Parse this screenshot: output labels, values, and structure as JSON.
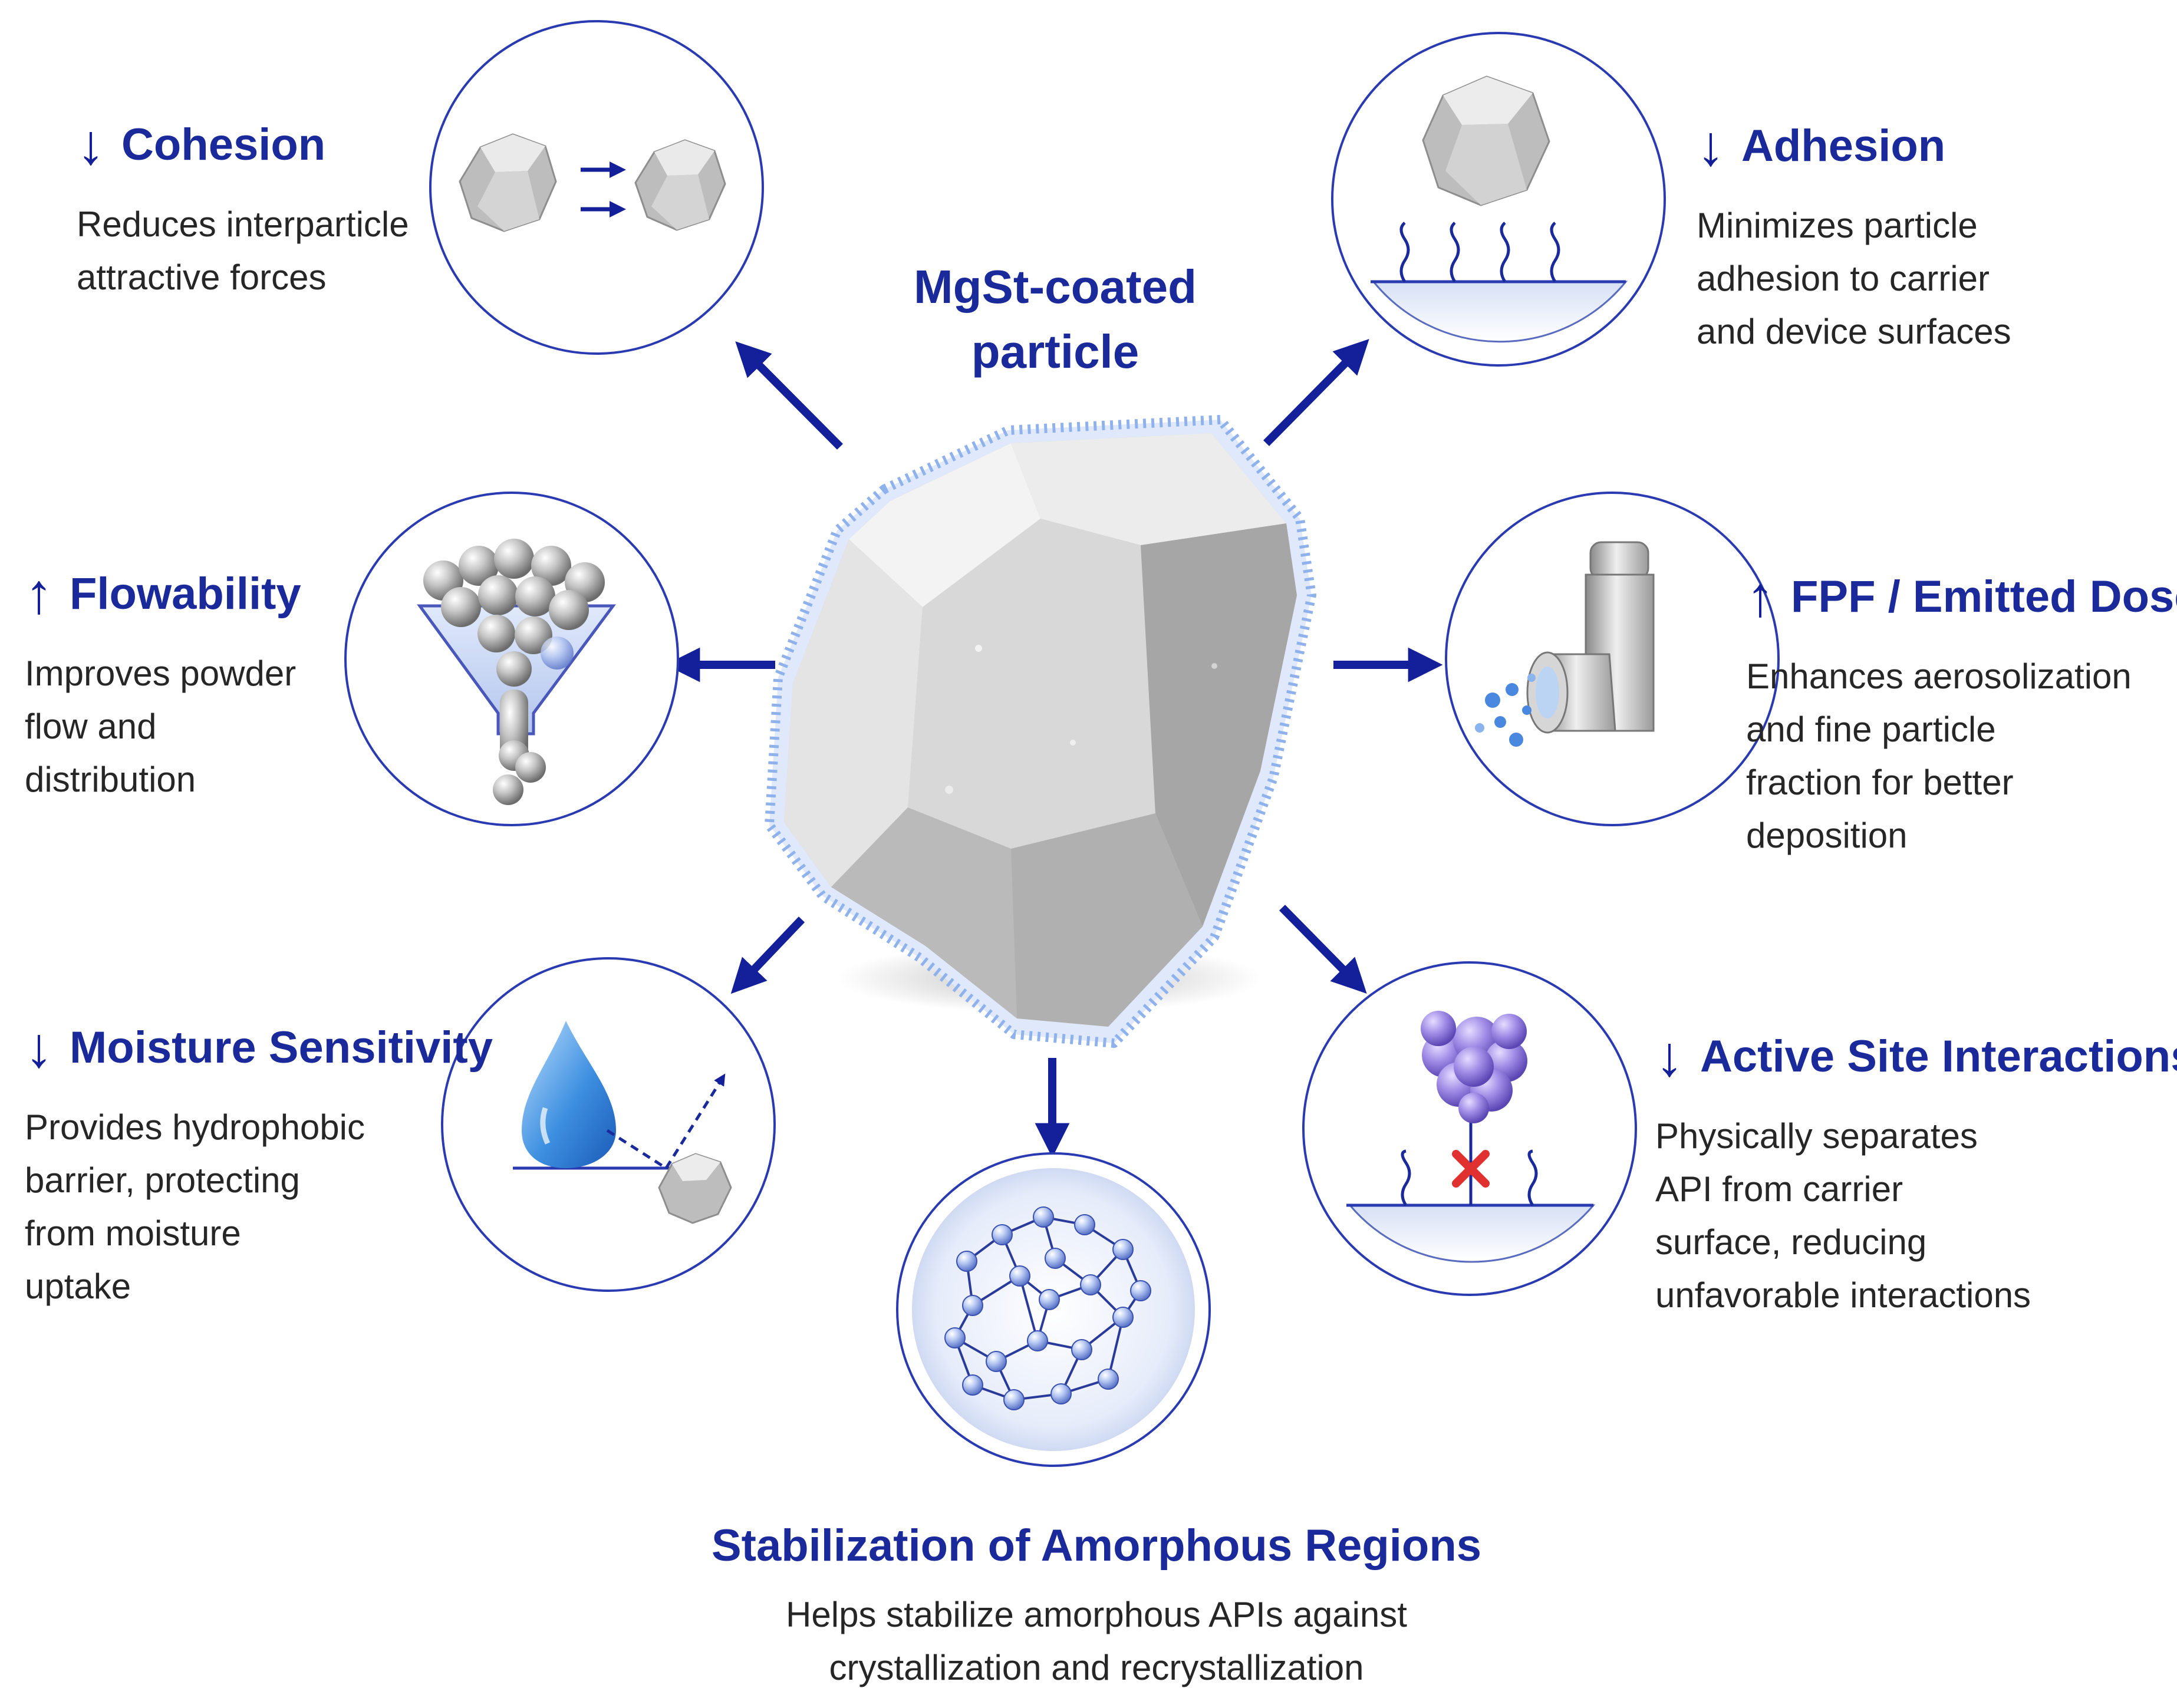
{
  "center": {
    "title_line1": "MgSt-coated",
    "title_line2": "particle"
  },
  "effects": {
    "cohesion": {
      "arrow": "↓",
      "title": "Cohesion",
      "desc": [
        "Reduces interparticle",
        "attractive forces"
      ]
    },
    "adhesion": {
      "arrow": "↓",
      "title": "Adhesion",
      "desc": [
        "Minimizes particle",
        "adhesion to carrier",
        "and device surfaces"
      ]
    },
    "flowability": {
      "arrow": "↑",
      "title": "Flowability",
      "desc": [
        "Improves powder",
        "flow and",
        "distribution"
      ]
    },
    "fpf": {
      "arrow": "↑",
      "title": "FPF / Emitted Dose",
      "desc": [
        "Enhances aerosolization",
        "and fine particle",
        "fraction for better",
        "deposition"
      ]
    },
    "moisture": {
      "arrow": "↓",
      "title": "Moisture Sensitivity",
      "desc": [
        "Provides hydrophobic",
        "barrier, protecting",
        "from moisture",
        "uptake"
      ]
    },
    "active_site": {
      "arrow": "↓",
      "title": "Active Site Interactions",
      "desc": [
        "Physically separates",
        "API from carrier",
        "surface, reducing",
        "unfavorable interactions"
      ]
    },
    "amorphous": {
      "title": "Stabilization of Amorphous Regions",
      "desc": [
        "Helps stabilize amorphous APIs against",
        "crystallization and recrystallization"
      ]
    }
  },
  "colors": {
    "accent": "#1a2a9a",
    "arrow": "#13209a",
    "circle_border": "#2a3ab0",
    "text": "#262626",
    "coating": "#8fb2ec"
  }
}
